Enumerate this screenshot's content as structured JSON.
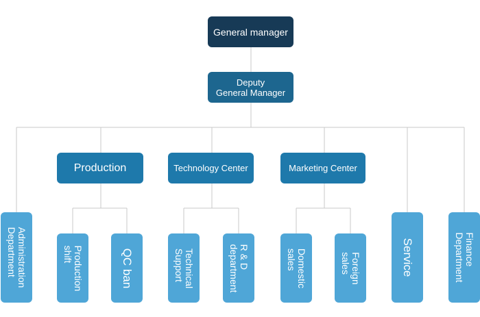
{
  "chart": {
    "general_manager": "General manager",
    "deputy": {
      "line1": "Deputy",
      "line2": "General Manager"
    },
    "centers": {
      "production": "Production",
      "technology": "Technology Center",
      "marketing": "Marketing Center"
    },
    "departments": {
      "administration": {
        "line1": "Administration",
        "line2": "Department"
      },
      "production_shift": {
        "line1": "Production",
        "line2": "shift"
      },
      "qc_ban": "QC ban",
      "technical_support": {
        "line1": "Technical",
        "line2": "Support"
      },
      "rd": {
        "line1": "R & D",
        "line2": "department"
      },
      "domestic_sales": {
        "line1": "Domestic",
        "line2": "sales"
      },
      "foreign_sales": {
        "line1": "Foreign",
        "line2": "sales"
      },
      "service": "Service",
      "finance": {
        "line1": "Finance",
        "line2": "Department"
      }
    }
  },
  "colors": {
    "general_manager": "#173a56",
    "deputy": "#1d668f",
    "centers": "#1e79ab",
    "departments": "#4fa6d7",
    "connectors": "#c9c9c9"
  }
}
